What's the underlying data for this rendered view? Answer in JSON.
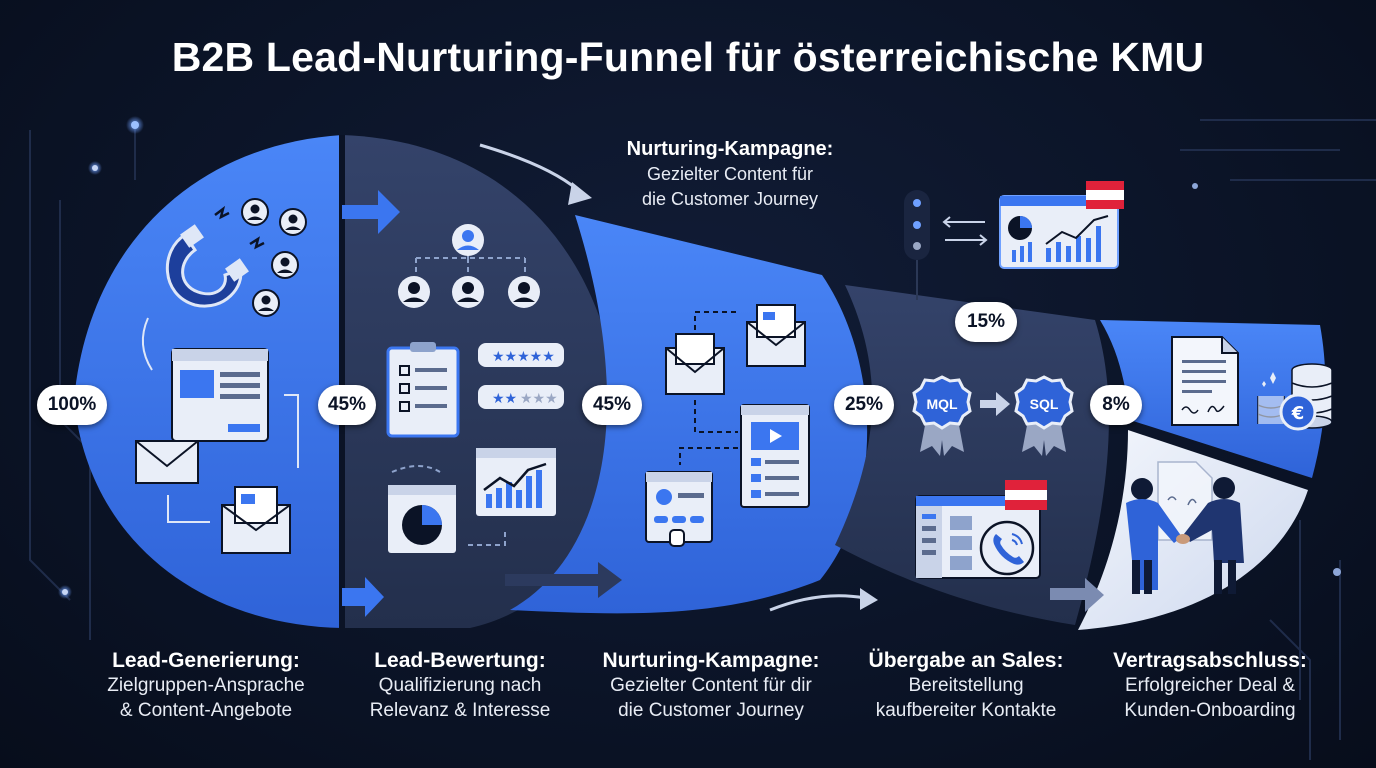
{
  "title": "B2B Lead-Nurturing-Funnel für österreichische KMU",
  "percentages": [
    "100%",
    "45%",
    "45%",
    "25%",
    "15%",
    "8%"
  ],
  "badges": {
    "mql": "MQL",
    "sql": "SQL"
  },
  "top_callout": {
    "title": "Nurturing-Kampagne:",
    "line1": "Gezielter Content für",
    "line2": "die Customer Journey"
  },
  "stages": [
    {
      "title": "Lead-Generierung:",
      "line1": "Zielgruppen-Ansprache",
      "line2": "& Content-Angebote"
    },
    {
      "title": "Lead-Bewertung:",
      "line1": "Qualifizierung nach",
      "line2": "Relevanz & Interesse"
    },
    {
      "title": "Nurturing-Kampagne:",
      "line1": "Gezielter Content für dir",
      "line2": "die Customer Journey"
    },
    {
      "title": "Übergabe an Sales:",
      "line1": "Bereitstellung",
      "line2": "kaufbereiter Kontakte"
    },
    {
      "title": "Vertragsabschluss:",
      "line1": "Erfolgreicher Deal &",
      "line2": "Kunden-Onboarding"
    }
  ],
  "colors": {
    "blue": "#3b76f0",
    "navy": "#2b3856",
    "dark": "#0b1326",
    "light": "#e9eef8",
    "flag_red": "#e0223a"
  },
  "icons": [
    "magnet-icon",
    "person-icon",
    "email-icon",
    "webpage-icon",
    "org-chart-icon",
    "checklist-icon",
    "star-rating-icon",
    "pie-chart-icon",
    "bar-chart-icon",
    "video-page-icon",
    "form-icon",
    "austria-flag-icon",
    "phone-icon",
    "contract-icon",
    "coins-icon",
    "euro-icon",
    "handshake-icon"
  ]
}
